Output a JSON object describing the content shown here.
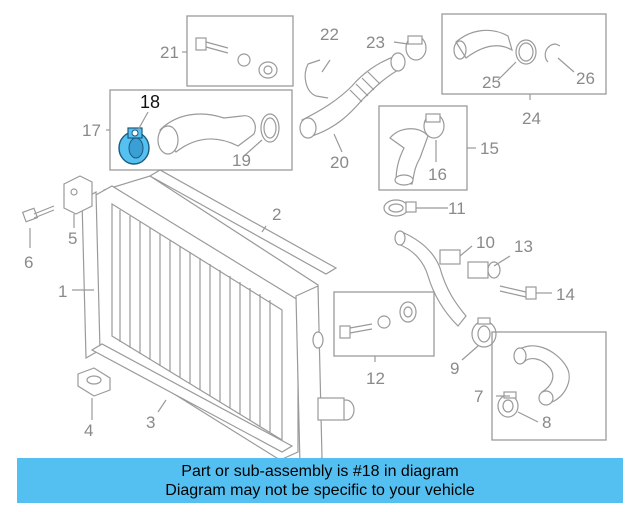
{
  "diagram": {
    "callouts": [
      "1",
      "2",
      "3",
      "4",
      "5",
      "6",
      "7",
      "8",
      "9",
      "10",
      "11",
      "12",
      "13",
      "14",
      "15",
      "16",
      "17",
      "18",
      "19",
      "20",
      "21",
      "22",
      "23",
      "24",
      "25",
      "26"
    ],
    "highlighted": "18",
    "highlight_color": "#55c1f0"
  },
  "banner": {
    "line1": "Part or sub-assembly is #18 in diagram",
    "line2": "Diagram may not be specific to your vehicle",
    "background": "#54c0f2"
  }
}
